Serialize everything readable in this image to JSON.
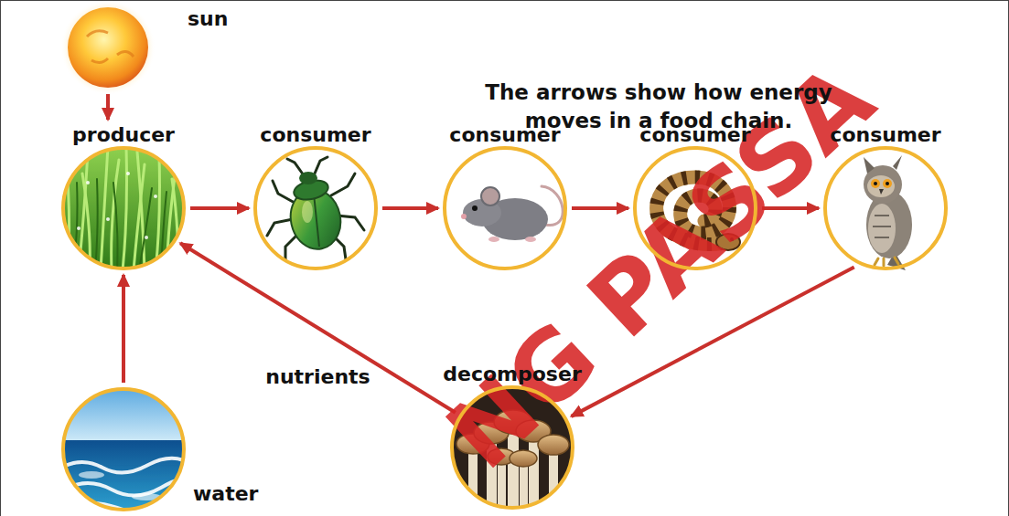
{
  "diagram": {
    "title": "The arrows show how energy moves in a food chain.",
    "nodes": [
      {
        "text": [
          "sun"
        ]
      },
      {
        "text": [
          "producer"
        ]
      },
      {
        "text": [
          "consumer"
        ]
      },
      {
        "text": [
          "consumer"
        ]
      },
      {
        "text": [
          "consumer"
        ]
      },
      {
        "text": [
          "consumer"
        ]
      },
      {
        "text": [
          "decomposer"
        ]
      },
      {
        "text": [
          "water"
        ]
      }
    ],
    "edges": [
      {
        "from": 0,
        "to": 1,
        "arrow": "to"
      },
      {
        "from": 7,
        "to": 1,
        "arrow": "to"
      },
      {
        "from": 1,
        "to": 2,
        "arrow": "to"
      },
      {
        "from": 2,
        "to": 3,
        "arrow": "to"
      },
      {
        "from": 3,
        "to": 4,
        "arrow": "to"
      },
      {
        "from": 4,
        "to": 5,
        "arrow": "to"
      },
      {
        "from": 5,
        "to": 6,
        "arrow": "to"
      },
      {
        "from": 6,
        "to": 1,
        "label": "nutrients",
        "arrow": "to"
      }
    ],
    "labels": [
      "NG PASSA"
    ]
  }
}
